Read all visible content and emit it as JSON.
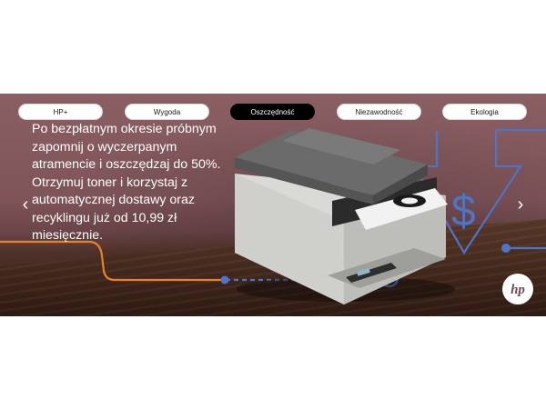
{
  "tabs": [
    {
      "label": "HP+"
    },
    {
      "label": "Wygoda"
    },
    {
      "label": "Oszczędność"
    },
    {
      "label": "Niezawodność"
    },
    {
      "label": "Ekologia"
    }
  ],
  "active_tab": "Oszczędność",
  "slide": {
    "headline": "Po bezpłatnym okresie próbnym zapomnij o wyczerpanym atramencie i oszczędzaj do 50%. Otrzymuj toner i korzystaj z automatycznej dostawy oraz recyklingu już od 10,99 zł miesięcznie."
  },
  "carousel": {
    "prev_icon": "chevron-left-icon",
    "next_icon": "chevron-right-icon",
    "prev_glyph": "‹",
    "next_glyph": "›"
  },
  "brand": {
    "logo_icon": "hp-logo-icon",
    "logo_text": "hp"
  },
  "colors": {
    "accent_orange": "#e8822a",
    "accent_blue": "#4f74c4",
    "active_tab_bg": "#000000"
  }
}
